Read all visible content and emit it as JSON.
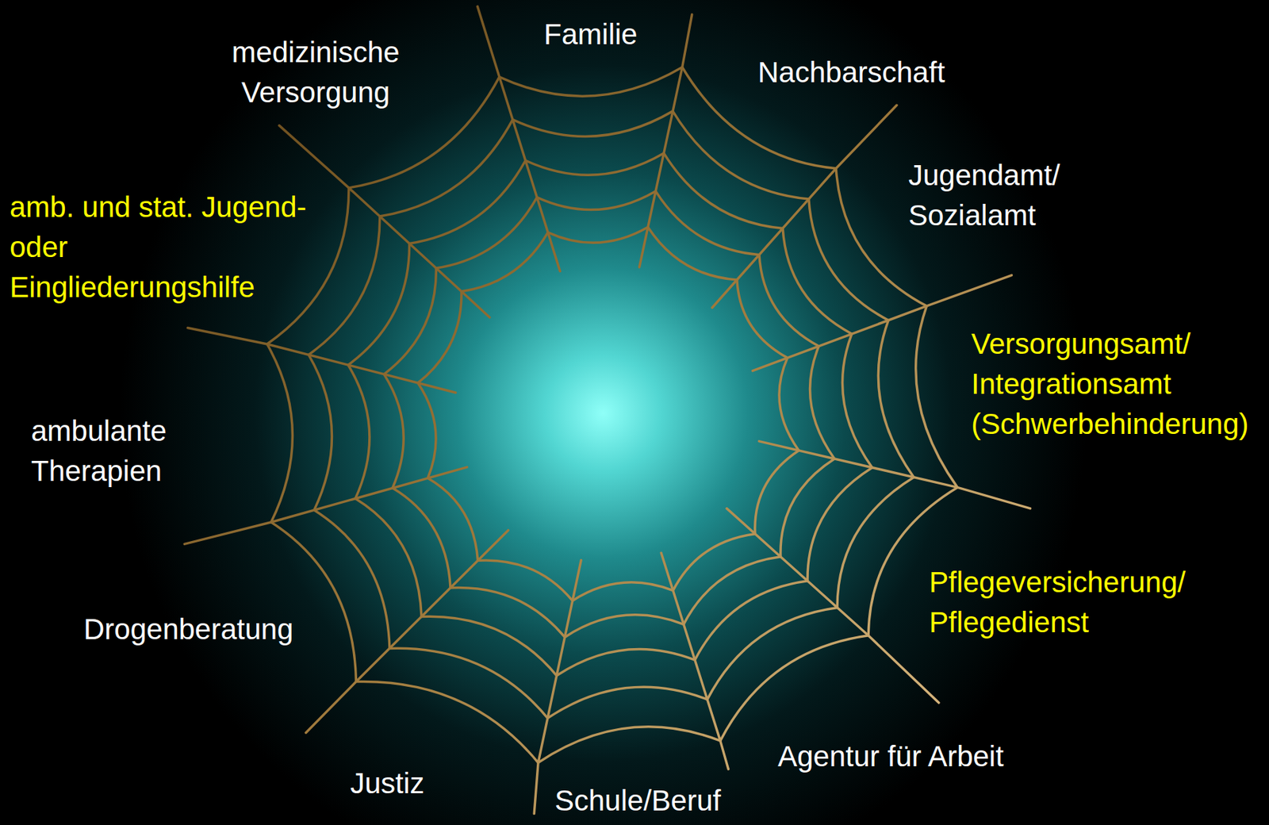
{
  "diagram": {
    "labels": [
      "Familie",
      "medizinische Versorgung",
      "Nachbarschaft",
      "Jugendamt/ Sozialamt",
      "amb. und stat. Jugend- oder Eingliederungshilfe",
      "Versorgungsamt/ Integrationsamt (Schwerbehinderung)",
      "ambulante Therapien",
      "Pflegeversicherung/ Pflegedienst",
      "Drogenberatung",
      "Agentur für Arbeit",
      "Justiz",
      "Schule/Beruf"
    ]
  }
}
